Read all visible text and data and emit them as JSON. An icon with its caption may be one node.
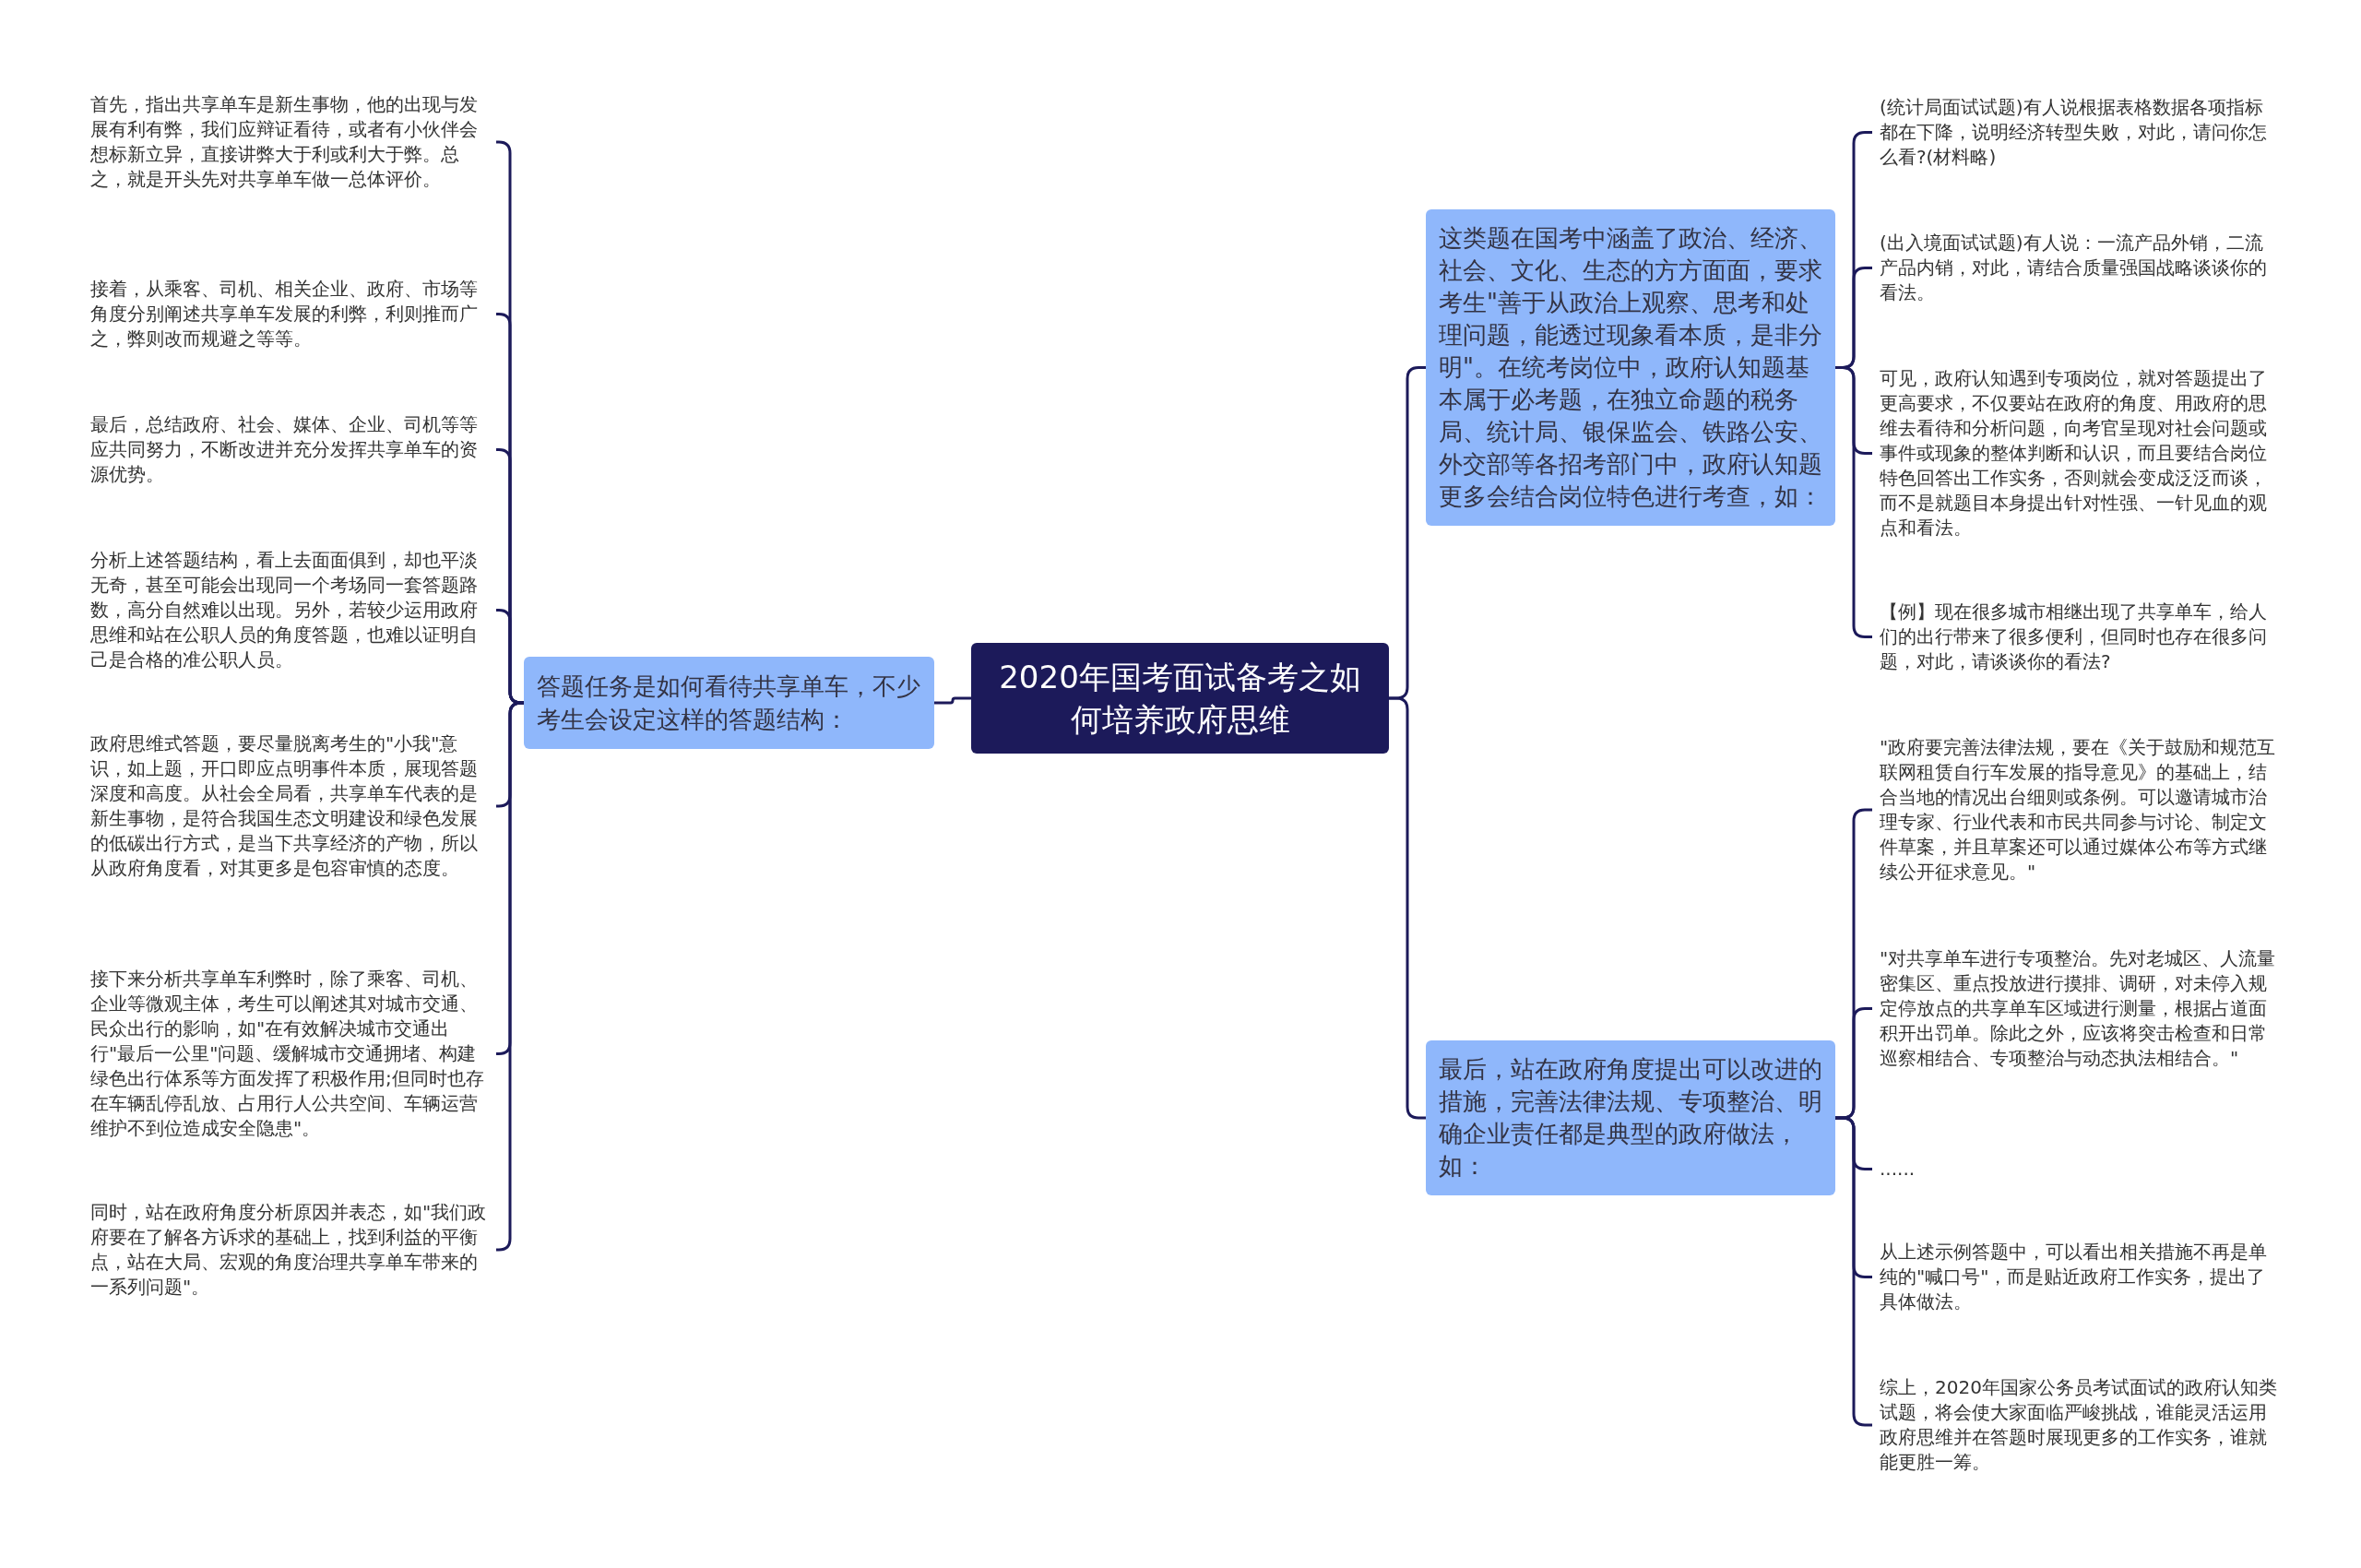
{
  "diagram": {
    "nodes": [
      {
        "text": [
          "2020年国考面试备考之如何培养政府思维"
        ]
      },
      {
        "text": [
          "答题任务是如何看待共享单车，不少考生会设定这样的答题结构："
        ]
      },
      {
        "text": [
          "首先，指出共享单车是新生事物，他的出现与发展有利有弊，我们应辩证看待，或者有小伙伴会想标新立异，直接讲弊大于利或利大于弊。总之，就是开头先对共享单车做一总体评价。"
        ]
      },
      {
        "text": [
          "接着，从乘客、司机、相关企业、政府、市场等角度分别阐述共享单车发展的利弊，利则推而广之，弊则改而规避之等等。"
        ]
      },
      {
        "text": [
          "最后，总结政府、社会、媒体、企业、司机等等应共同努力，不断改进并充分发挥共享单车的资源优势。"
        ]
      },
      {
        "text": [
          "分析上述答题结构，看上去面面俱到，却也平淡无奇，甚至可能会出现同一个考场同一套答题路数，高分自然难以出现。另外，若较少运用政府思维和站在公职人员的角度答题，也难以证明自己是合格的准公职人员。"
        ]
      },
      {
        "text": [
          "政府思维式答题，要尽量脱离考生的\"小我\"意识，如上题，开口即应点明事件本质，展现答题深度和高度。从社会全局看，共享单车代表的是新生事物，是符合我国生态文明建设和绿色发展的低碳出行方式，是当下共享经济的产物，所以从政府角度看，对其更多是包容审慎的态度。"
        ]
      },
      {
        "text": [
          "接下来分析共享单车利弊时，除了乘客、司机、企业等微观主体，考生可以阐述其对城市交通、民众出行的影响，如\"在有效解决城市交通出行\"最后一公里\"问题、缓解城市交通拥堵、构建绿色出行体系等方面发挥了积极作用;但同时也存在车辆乱停乱放、占用行人公共空间、车辆运营维护不到位造成安全隐患\"。"
        ]
      },
      {
        "text": [
          "同时，站在政府角度分析原因并表态，如\"我们政府要在了解各方诉求的基础上，找到利益的平衡点，站在大局、宏观的角度治理共享单车带来的一系列问题\"。"
        ]
      },
      {
        "text": [
          "这类题在国考中涵盖了政治、经济、社会、文化、生态的方方面面，要求考生\"善于从政治上观察、思考和处理问题，能透过现象看本质，是非分明\"。在统考岗位中，政府认知题基本属于必考题，在独立命题的税务局、统计局、银保监会、铁路公安、外交部等各招考部门中，政府认知题更多会结合岗位特色进行考查，如："
        ]
      },
      {
        "text": [
          "(统计局面试试题)有人说根据表格数据各项指标都在下降，说明经济转型失败，对此，请问你怎么看?(材料略)"
        ]
      },
      {
        "text": [
          "(出入境面试试题)有人说：一流产品外销，二流产品内销，对此，请结合质量强国战略谈谈你的看法。"
        ]
      },
      {
        "text": [
          "可见，政府认知遇到专项岗位，就对答题提出了更高要求，不仅要站在政府的角度、用政府的思维去看待和分析问题，向考官呈现对社会问题或事件或现象的整体判断和认识，而且要结合岗位特色回答出工作实务，否则就会变成泛泛而谈，而不是就题目本身提出针对性强、一针见血的观点和看法。"
        ]
      },
      {
        "text": [
          "【例】现在很多城市相继出现了共享单车，给人们的出行带来了很多便利，但同时也存在很多问题，对此，请谈谈你的看法?"
        ]
      },
      {
        "text": [
          "最后，站在政府角度提出可以改进的措施，完善法律法规、专项整治、明确企业责任都是典型的政府做法，如："
        ]
      },
      {
        "text": [
          "\"政府要完善法律法规，要在《关于鼓励和规范互联网租赁自行车发展的指导意见》的基础上，结合当地的情况出台细则或条例。可以邀请城市治理专家、行业代表和市民共同参与讨论、制定文件草案，并且草案还可以通过媒体公布等方式继续公开征求意见。\""
        ]
      },
      {
        "text": [
          "\"对共享单车进行专项整治。先对老城区、人流量密集区、重点投放进行摸排、调研，对未停入规定停放点的共享单车区域进行测量，根据占道面积开出罚单。除此之外，应该将突击检查和日常巡察相结合、专项整治与动态执法相结合。\""
        ]
      },
      {
        "text": [
          "......"
        ]
      },
      {
        "text": [
          "从上述示例答题中，可以看出相关措施不再是单纯的\"喊口号\"，而是贴近政府工作实务，提出了具体做法。"
        ]
      },
      {
        "text": [
          "综上，2020年国家公务员考试面试的政府认知类试题，将会使大家面临严峻挑战，谁能灵活运用政府思维并在答题时展现更多的工作实务，谁就能更胜一筹。"
        ]
      }
    ],
    "edges": [
      {
        "from": 0,
        "to": 1,
        "arrow": "none"
      },
      {
        "from": 1,
        "to": 2,
        "arrow": "none"
      },
      {
        "from": 1,
        "to": 3,
        "arrow": "none"
      },
      {
        "from": 1,
        "to": 4,
        "arrow": "none"
      },
      {
        "from": 1,
        "to": 5,
        "arrow": "none"
      },
      {
        "from": 1,
        "to": 6,
        "arrow": "none"
      },
      {
        "from": 1,
        "to": 7,
        "arrow": "none"
      },
      {
        "from": 1,
        "to": 8,
        "arrow": "none"
      },
      {
        "from": 0,
        "to": 9,
        "arrow": "none"
      },
      {
        "from": 9,
        "to": 10,
        "arrow": "none"
      },
      {
        "from": 9,
        "to": 11,
        "arrow": "none"
      },
      {
        "from": 9,
        "to": 12,
        "arrow": "none"
      },
      {
        "from": 9,
        "to": 13,
        "arrow": "none"
      },
      {
        "from": 0,
        "to": 14,
        "arrow": "none"
      },
      {
        "from": 14,
        "to": 15,
        "arrow": "none"
      },
      {
        "from": 14,
        "to": 16,
        "arrow": "none"
      },
      {
        "from": 14,
        "to": 17,
        "arrow": "none"
      },
      {
        "from": 14,
        "to": 18,
        "arrow": "none"
      },
      {
        "from": 14,
        "to": 19,
        "arrow": "none"
      }
    ]
  }
}
